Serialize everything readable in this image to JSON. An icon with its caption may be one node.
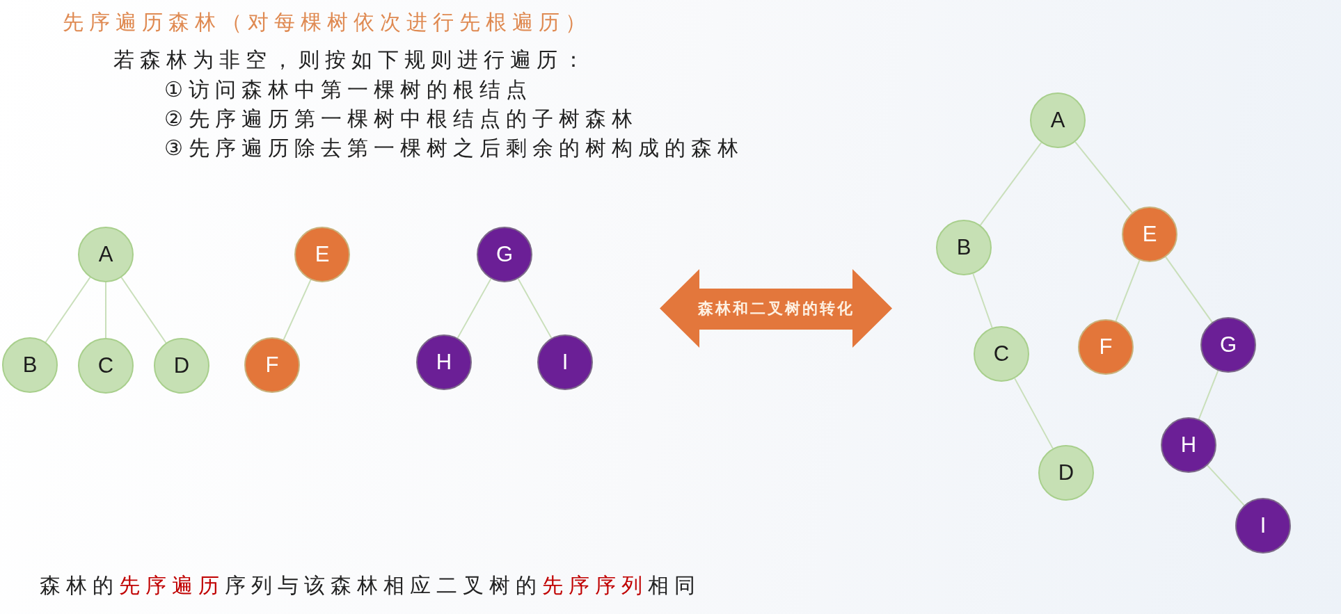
{
  "diagram": {
    "title": "先序遍历森林（对每棵树依次进行先根遍历）",
    "nodes": [
      {
        "text": [
          "A"
        ]
      },
      {
        "text": [
          "B"
        ]
      },
      {
        "text": [
          "C"
        ]
      },
      {
        "text": [
          "D"
        ]
      },
      {
        "text": [
          "E"
        ]
      },
      {
        "text": [
          "F"
        ]
      },
      {
        "text": [
          "G"
        ]
      },
      {
        "text": [
          "H"
        ]
      },
      {
        "text": [
          "I"
        ]
      },
      {
        "text": [
          "森林和二叉树的转化"
        ]
      },
      {
        "text": [
          "A"
        ]
      },
      {
        "text": [
          "B"
        ]
      },
      {
        "text": [
          "E"
        ]
      },
      {
        "text": [
          "C"
        ]
      },
      {
        "text": [
          "F"
        ]
      },
      {
        "text": [
          "G"
        ]
      },
      {
        "text": [
          "D"
        ]
      },
      {
        "text": [
          "H"
        ]
      },
      {
        "text": [
          "I"
        ]
      }
    ],
    "edges": [
      {
        "from": 0,
        "to": 1,
        "arrow": "none"
      },
      {
        "from": 0,
        "to": 2,
        "arrow": "none"
      },
      {
        "from": 0,
        "to": 3,
        "arrow": "none"
      },
      {
        "from": 4,
        "to": 5,
        "arrow": "none"
      },
      {
        "from": 6,
        "to": 7,
        "arrow": "none"
      },
      {
        "from": 6,
        "to": 8,
        "arrow": "none"
      },
      {
        "from": 10,
        "to": 11,
        "arrow": "none"
      },
      {
        "from": 10,
        "to": 12,
        "arrow": "none"
      },
      {
        "from": 11,
        "to": 13,
        "arrow": "none"
      },
      {
        "from": 13,
        "to": 16,
        "arrow": "none"
      },
      {
        "from": 12,
        "to": 14,
        "arrow": "none"
      },
      {
        "from": 12,
        "to": 15,
        "arrow": "none"
      },
      {
        "from": 15,
        "to": 17,
        "arrow": "none"
      },
      {
        "from": 17,
        "to": 18,
        "arrow": "none"
      }
    ],
    "labels": [
      "若森林为非空，则按如下规则进行遍历：",
      "①访问森林中第一棵树的根结点",
      "②先序遍历第一棵树中根结点的子树森林",
      "③先序遍历除去第一棵树之后剩余的树构成的森林",
      "森林的**先序遍历**序列与该森林相应二叉树的**先序序列**相同"
    ]
  }
}
